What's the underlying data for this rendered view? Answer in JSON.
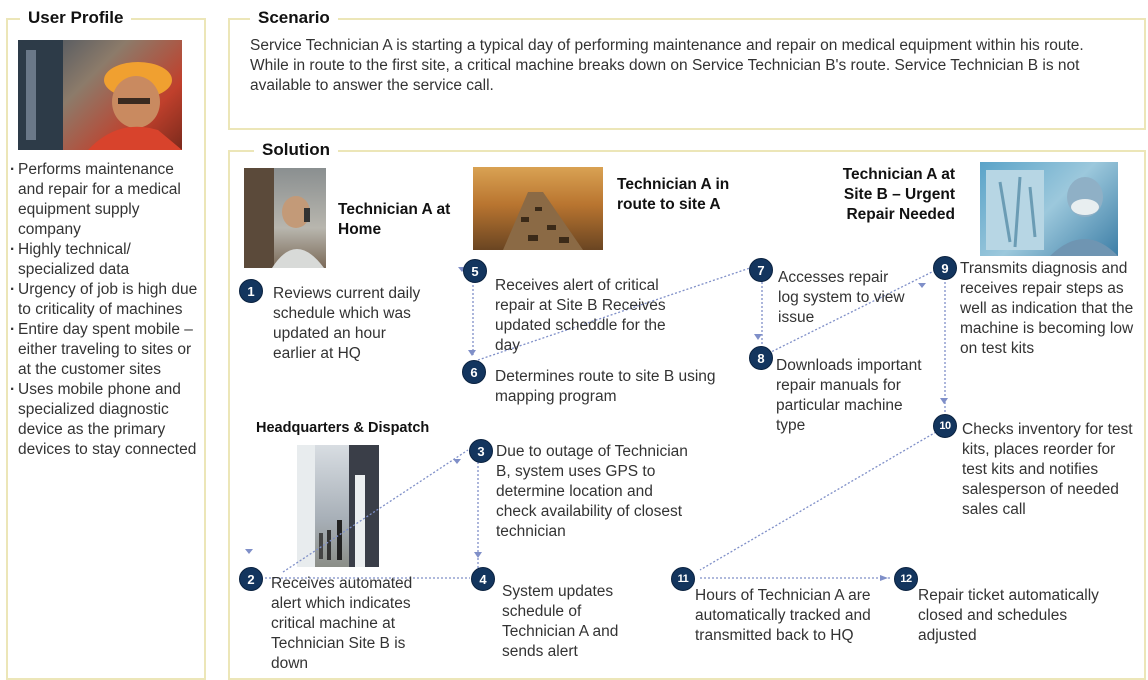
{
  "profile": {
    "title": "User Profile",
    "items": [
      "Performs maintenance and repair for a medical equipment  supply company",
      "Highly technical/ specialized data",
      "Urgency of job is high due to criticality of machines",
      "Entire day spent mobile – either traveling to sites or at the customer sites",
      "Uses mobile phone and specialized diagnostic device as the primary devices to stay connected"
    ]
  },
  "scenario": {
    "title": "Scenario",
    "text": "Service Technician A is starting a typical day of performing maintenance and repair on medical equipment within his route.  While in route to the first site, a critical machine breaks down on Service Technician B's route.  Service Technician B is not available to answer the service call."
  },
  "solution": {
    "title": "Solution",
    "headings": {
      "home": "Technician A at Home",
      "route": "Technician A in route to site A",
      "siteb": "Technician A at Site B – Urgent Repair Needed",
      "hq": "Headquarters & Dispatch"
    },
    "steps": [
      {
        "n": "1",
        "text": "Reviews current daily schedule which was updated an hour earlier at HQ"
      },
      {
        "n": "2",
        "text": "Receives automated alert which indicates critical machine at Technician Site B is down"
      },
      {
        "n": "3",
        "text": "Due to outage of Technician B, system uses GPS to determine location and check availability of closest technician"
      },
      {
        "n": "4",
        "text": "System updates schedule of Technician A and sends alert"
      },
      {
        "n": "5",
        "text": "Receives alert of critical repair at Site B Receives updated scheddle for the day"
      },
      {
        "n": "6",
        "text": "Determines route to site B using mapping program"
      },
      {
        "n": "7",
        "text": "Accesses repair log system to view issue"
      },
      {
        "n": "8",
        "text": "Downloads important repair manuals for particular machine type"
      },
      {
        "n": "9",
        "text": "Transmits diagnosis and receives repair steps as well as indication that the machine is becoming low on test kits"
      },
      {
        "n": "10",
        "text": "Checks inventory for test kits, places reorder for test kits and notifies salesperson of needed sales call"
      },
      {
        "n": "11",
        "text": "Hours of Technician A are automatically tracked and transmitted back to HQ"
      },
      {
        "n": "12",
        "text": "Repair ticket automatically closed and schedules adjusted"
      }
    ]
  },
  "colors": {
    "panel_border": "#ece6b8",
    "badge": "#13355e",
    "connector": "#7f8fc8"
  }
}
